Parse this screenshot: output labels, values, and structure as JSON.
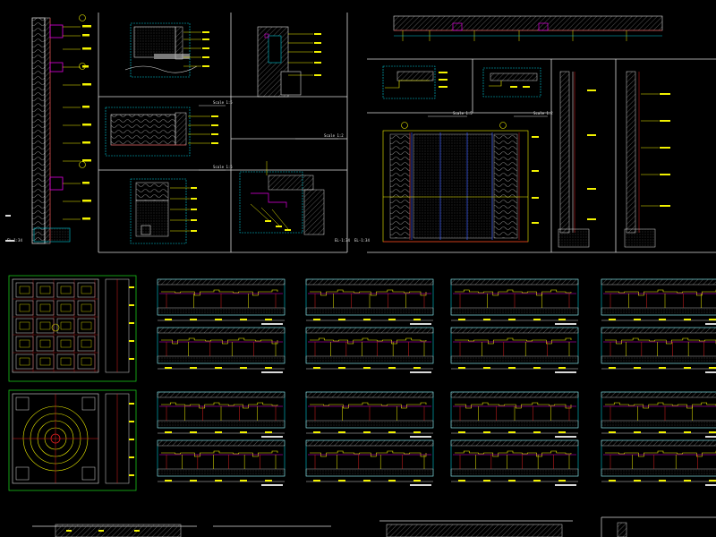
{
  "viewer": {
    "background": "#000000"
  },
  "palette": {
    "line_white": "#d9d9d9",
    "line_yellow": "#f2f200",
    "line_cyan": "#00c8d8",
    "line_green": "#19c219",
    "line_magenta": "#e000e0",
    "line_red": "#e02020",
    "line_blue": "#3a5cff",
    "hatch_gray": "#8c8c8c"
  },
  "sheet_titles": {
    "detail_a": "Scale 1:2",
    "detail_b": "Scale 1:5",
    "detail_c": "Scale 1:5",
    "detail_d": "Scale 1:2",
    "detail_e": "Scale 1:2",
    "detail_f": "Scale 1:5",
    "detail_g": "Scale 1:2"
  },
  "icons": {
    "grid_bubble": "grid-bubble-icon",
    "north": "section-marker-icon"
  }
}
